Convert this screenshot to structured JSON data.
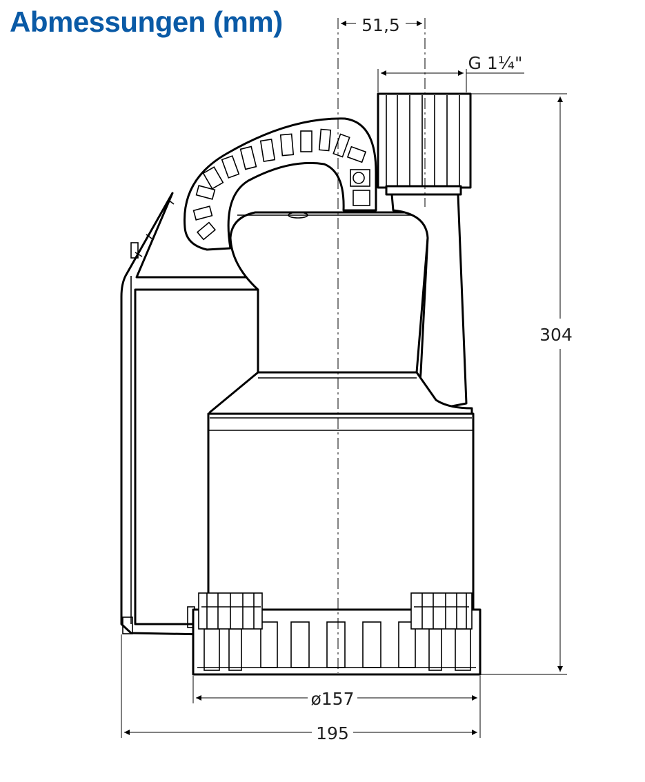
{
  "title": "Abmessungen (mm)",
  "dimensions": {
    "offset": "51,5",
    "thread": "G 1¼\"",
    "height": "304",
    "diameter": "ø157",
    "width": "195"
  },
  "colors": {
    "title": "#0a5aa6",
    "lines": "#000000"
  }
}
